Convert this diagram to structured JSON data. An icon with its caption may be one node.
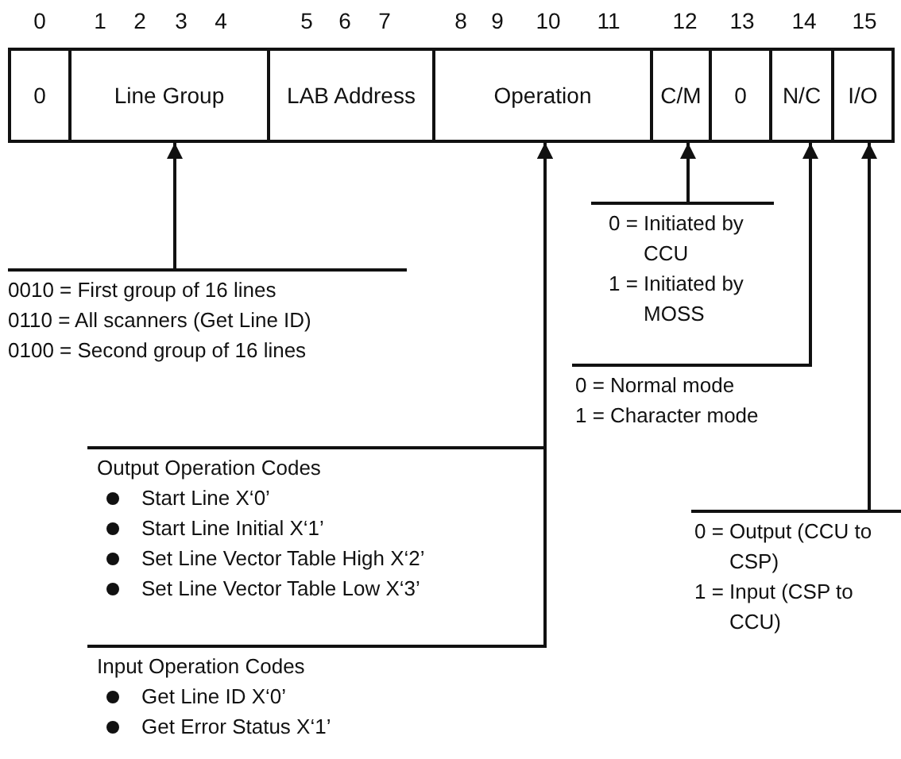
{
  "diagram": {
    "nodes": [
      {
        "text": [
          "0"
        ]
      },
      {
        "text": [
          "Line Group"
        ]
      },
      {
        "text": [
          "LAB Address"
        ]
      },
      {
        "text": [
          "Operation"
        ]
      },
      {
        "text": [
          "C/M"
        ]
      },
      {
        "text": [
          "0"
        ]
      },
      {
        "text": [
          "N/C"
        ]
      },
      {
        "text": [
          "I/O"
        ]
      },
      {
        "text": [
          "0010 = First group of 16 lines",
          "0110 = All scanners (Get Line ID)",
          "0100 = Second group of 16 lines"
        ]
      },
      {
        "text": [
          "0 = Initiated by CCU",
          "1 = Initiated by MOSS"
        ]
      },
      {
        "text": [
          "0 = Normal mode",
          "1 = Character mode"
        ]
      },
      {
        "text": [
          "Output Operation Codes",
          "Start Line X‘0’",
          "Start Line Initial X‘1’",
          "Set Line Vector Table High X‘2’",
          "Set Line Vector Table Low X‘3’"
        ]
      },
      {
        "text": [
          "0 = Output (CCU to CSP)",
          "1 = Input (CSP to CCU)"
        ]
      },
      {
        "text": [
          "Input Operation Codes",
          "Get Line ID X‘0’",
          "Get Error Status X‘1’"
        ]
      }
    ],
    "edges": [
      {
        "from": 8,
        "to": 1,
        "arrow": "to"
      },
      {
        "from": 9,
        "to": 4,
        "arrow": "to"
      },
      {
        "from": 10,
        "to": 6,
        "arrow": "to"
      },
      {
        "from": 11,
        "to": 3,
        "arrow": "to"
      },
      {
        "from": 13,
        "to": 3,
        "arrow": "to"
      },
      {
        "from": 12,
        "to": 7,
        "arrow": "to"
      }
    ],
    "labels": [
      "0",
      "1",
      "2",
      "3",
      "4",
      "5",
      "6",
      "7",
      "8",
      "9",
      "10",
      "11",
      "12",
      "13",
      "14",
      "15"
    ]
  }
}
